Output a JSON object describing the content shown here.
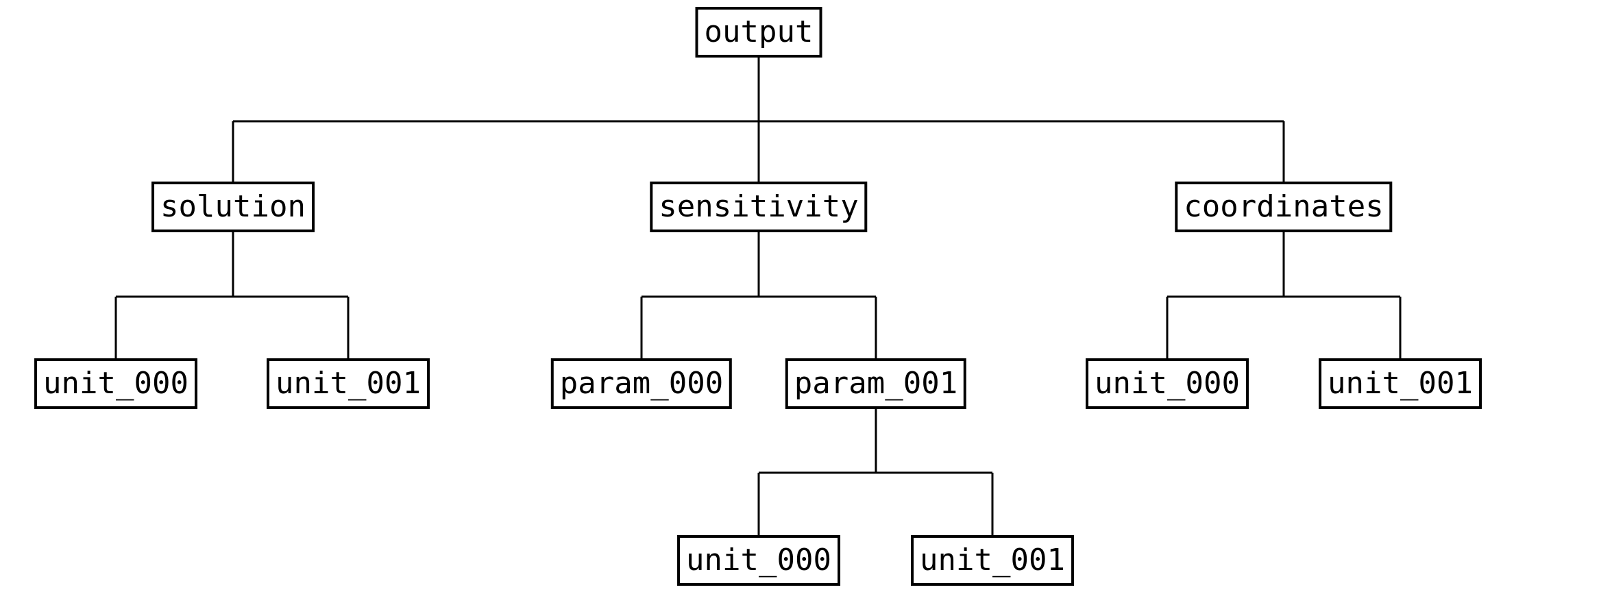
{
  "diagram": {
    "type": "hierarchy-tree",
    "root": {
      "label": "output",
      "children": [
        {
          "label": "solution",
          "children": [
            {
              "label": "unit_000",
              "children": []
            },
            {
              "label": "unit_001",
              "children": []
            }
          ]
        },
        {
          "label": "sensitivity",
          "children": [
            {
              "label": "param_000",
              "children": []
            },
            {
              "label": "param_001",
              "children": [
                {
                  "label": "unit_000",
                  "children": []
                },
                {
                  "label": "unit_001",
                  "children": []
                }
              ]
            }
          ]
        },
        {
          "label": "coordinates",
          "children": [
            {
              "label": "unit_000",
              "children": []
            },
            {
              "label": "unit_001",
              "children": []
            }
          ]
        }
      ]
    },
    "colors": {
      "background": "#ffffff",
      "node_fill": "#ffffff",
      "node_border": "#000000",
      "text": "#000000",
      "connector": "#000000"
    }
  }
}
